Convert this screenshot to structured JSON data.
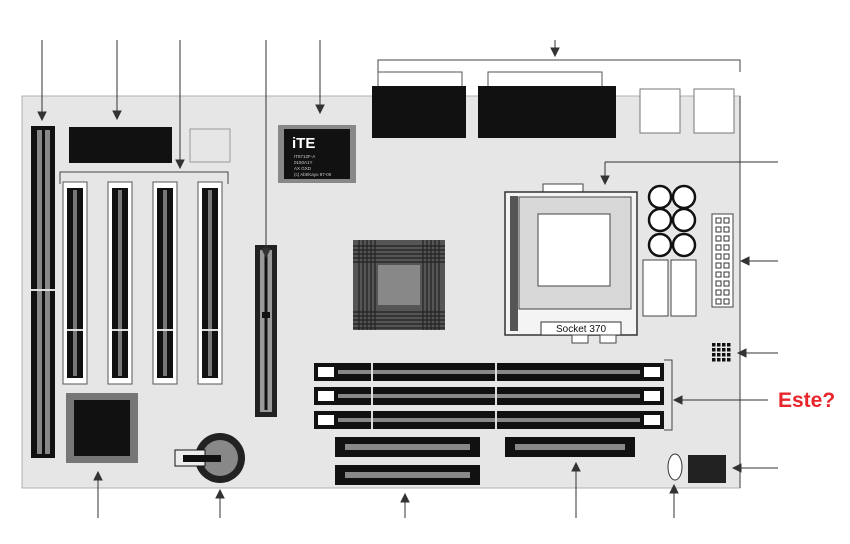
{
  "chip": {
    "brand": "iTE",
    "lines": [
      "IT8712F-A",
      "0150A1Y",
      "AX GXD",
      "(c) Abt/Kayo 87-00"
    ]
  },
  "socket_label": "Socket 370",
  "question": "Este?",
  "colors": {
    "board": "#e6e6e6",
    "dark": "#111111",
    "question": "#e8252b"
  }
}
